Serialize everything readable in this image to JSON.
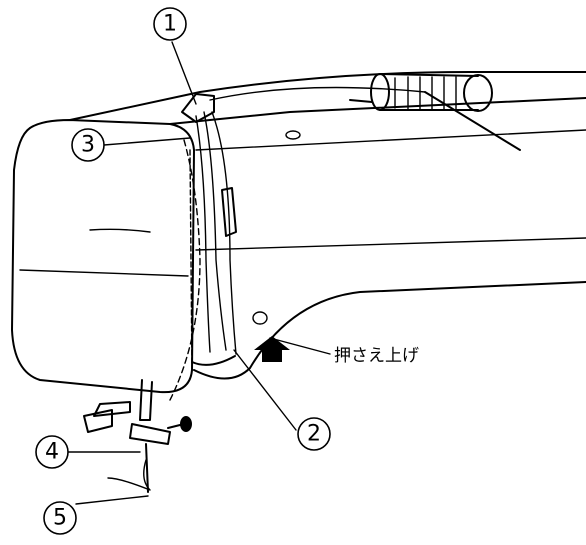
{
  "callouts": [
    {
      "id": "1",
      "text": "1"
    },
    {
      "id": "2",
      "text": "2"
    },
    {
      "id": "3",
      "text": "3"
    },
    {
      "id": "4",
      "text": "4"
    },
    {
      "id": "5",
      "text": "5"
    }
  ],
  "labels": {
    "presser_lift": "押さえ上げ"
  },
  "colors": {
    "ink": "#000000",
    "paper": "#ffffff"
  }
}
